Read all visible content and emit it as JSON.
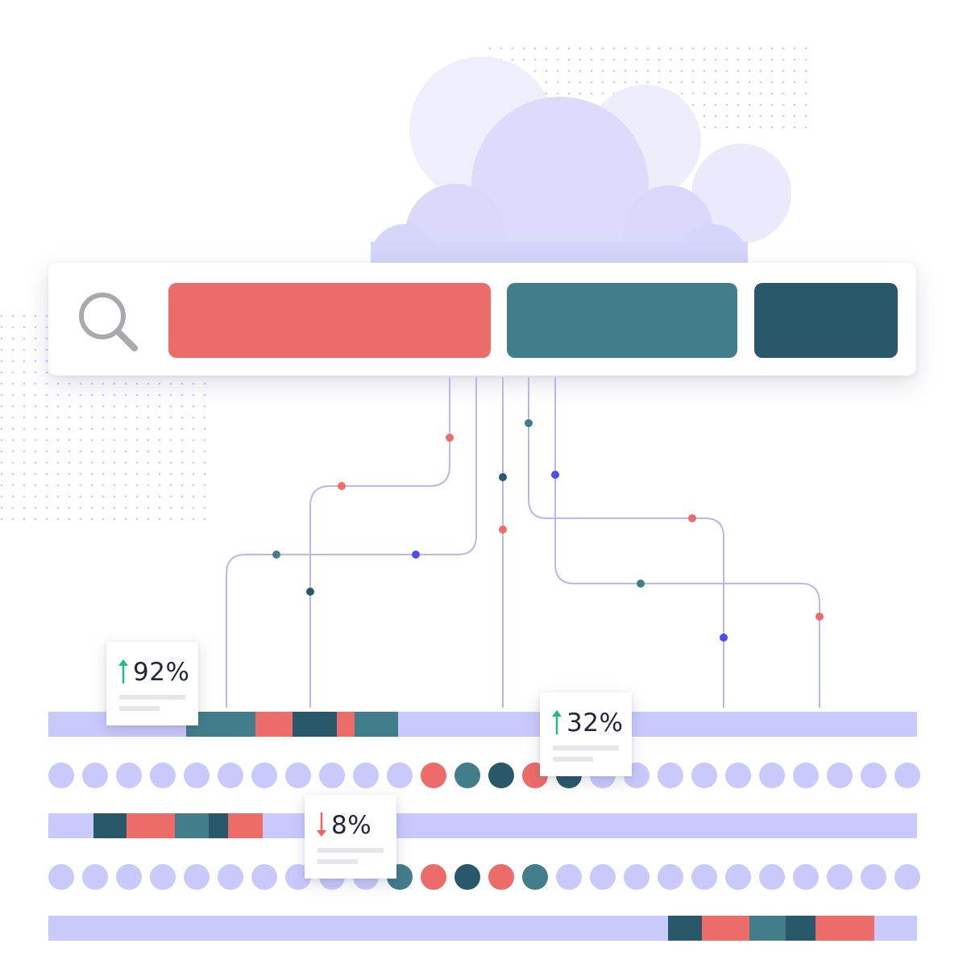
{
  "colors": {
    "coral": "#ec6c6a",
    "teal": "#427d8b",
    "navy": "#29586a",
    "lavender": "#cac9fb",
    "blue_dot": "#4c4cf7",
    "line": "#b8b6f5",
    "cloud_back": "#e9e8fc",
    "cloud_front": "#dcdbfb",
    "up_arrow": "#1fbf7a",
    "down_arrow": "#f0605d"
  },
  "search_bar": {
    "icon": "magnifier-icon",
    "query_blocks": [
      "coral",
      "teal",
      "navy"
    ]
  },
  "stats": [
    {
      "id": "stat-92",
      "direction": "up",
      "arrow_icon": "arrow-up-icon",
      "value": "92%"
    },
    {
      "id": "stat-32",
      "direction": "up",
      "arrow_icon": "arrow-up-icon",
      "value": "32%"
    },
    {
      "id": "stat-8",
      "direction": "down",
      "arrow_icon": "arrow-down-icon",
      "value": "8%"
    }
  ],
  "rows": [
    {
      "kind": "bar",
      "segments": [
        "teal",
        "coral",
        "navy",
        "coral",
        "teal"
      ]
    },
    {
      "kind": "dots",
      "count": 26,
      "colored": [
        "coral",
        "teal",
        "navy",
        "coral",
        "navy"
      ]
    },
    {
      "kind": "bar",
      "segments": [
        "navy",
        "coral",
        "teal",
        "navy",
        "coral"
      ]
    },
    {
      "kind": "dots",
      "count": 26,
      "colored": [
        "teal",
        "coral",
        "navy",
        "coral",
        "teal"
      ]
    },
    {
      "kind": "bar",
      "segments": [
        "navy",
        "coral",
        "teal",
        "navy",
        "coral"
      ]
    }
  ],
  "network": {
    "node_colors": [
      "coral",
      "teal",
      "navy",
      "blue_dot",
      "coral",
      "teal",
      "navy",
      "coral",
      "blue_dot",
      "coral",
      "teal",
      "blue_dot",
      "coral"
    ]
  }
}
